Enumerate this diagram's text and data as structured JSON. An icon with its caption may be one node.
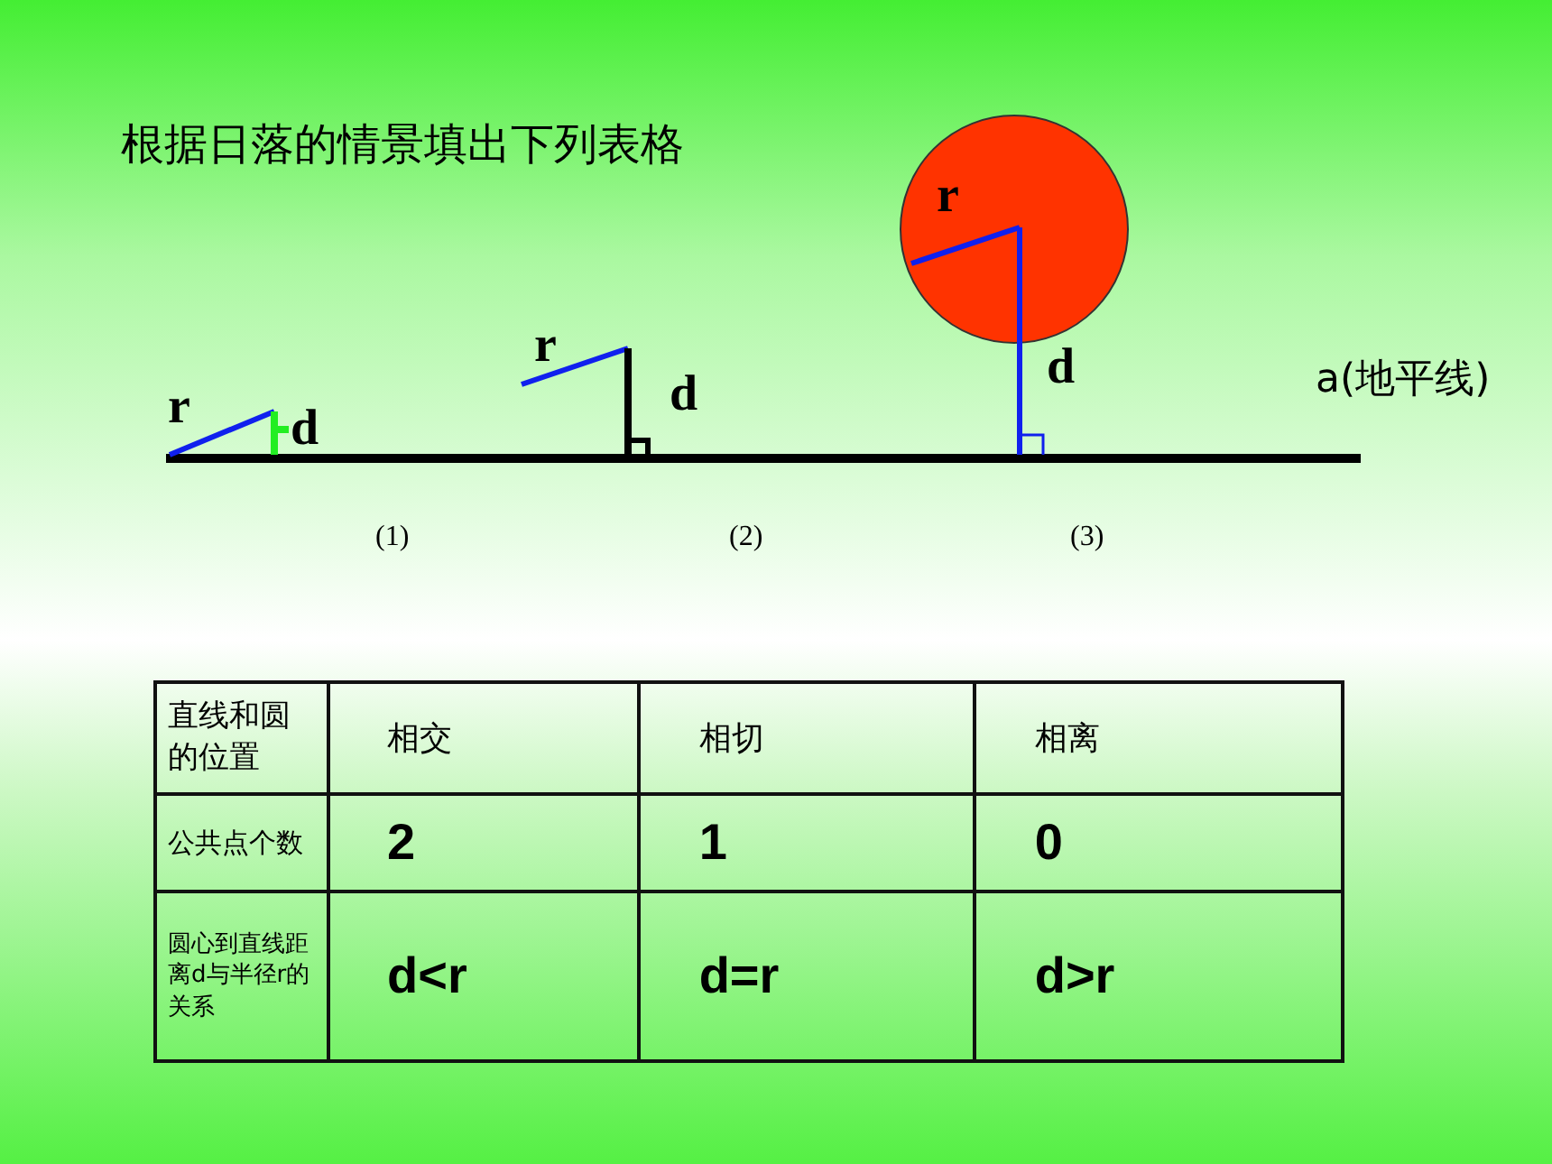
{
  "diagram": {
    "title": "根据日落的情景填出下列表格",
    "labels": [
      "r",
      "r",
      "d",
      "d",
      "a(地平线)",
      "r",
      "d",
      "(1)",
      "(2)",
      "(3)",
      "直线和圆的位置",
      "相交",
      "相切",
      "相离",
      "公共点个数",
      "2",
      "1",
      "0",
      "圆心到直线距离d与半径r的关系",
      "d<r",
      "d=r",
      "d>r"
    ]
  }
}
